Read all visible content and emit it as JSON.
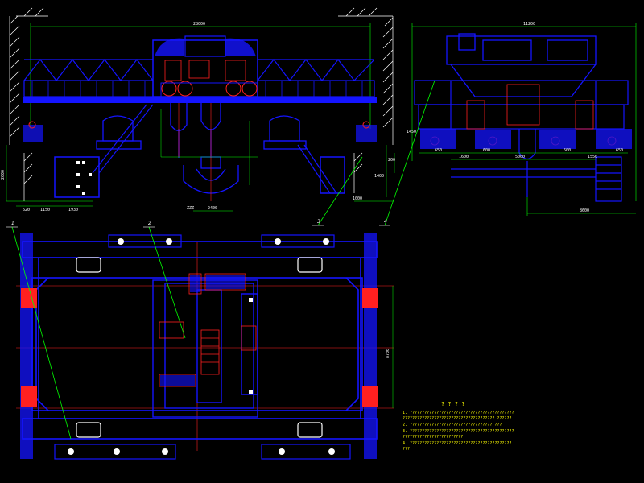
{
  "colors": {
    "bg": "#000000",
    "structure": "#1414ff",
    "dimension": "#00ff00",
    "center": "#ff2020",
    "hatch": "#ffffff",
    "notes": "#ffff00"
  },
  "front_view": {
    "span_dim": "28000",
    "hook_label": "ZZZ",
    "hook_label_2": "2400",
    "dims": {
      "height_left": "2600",
      "bottom_a": "620",
      "bottom_b": "1150",
      "bottom_c": "1930",
      "right_a": "1000",
      "right_b": "1400",
      "right_c": "200"
    }
  },
  "side_view": {
    "width_dim": "11200",
    "bottom_dim": "8600",
    "dims": {
      "d1": "1450",
      "d2": "650",
      "d3": "600",
      "d4": "1600",
      "d5": "5000",
      "d6": "600",
      "d7": "650",
      "d8": "1550"
    }
  },
  "plan_view": {
    "height_dim": "8700"
  },
  "leaders": [
    "1",
    "2",
    "3",
    "4"
  ],
  "notes": {
    "title": "? ? ? ?",
    "items": [
      "1. ???????????????????????????????????????????",
      "   ?????????????????????????????????????? ??????",
      "2. ?????????????????????????????????? ???",
      "3. ???????????????????????????????????????????",
      "   ?????????????????????????",
      "4. ??????????????????????????????????????????",
      "   ???"
    ]
  }
}
